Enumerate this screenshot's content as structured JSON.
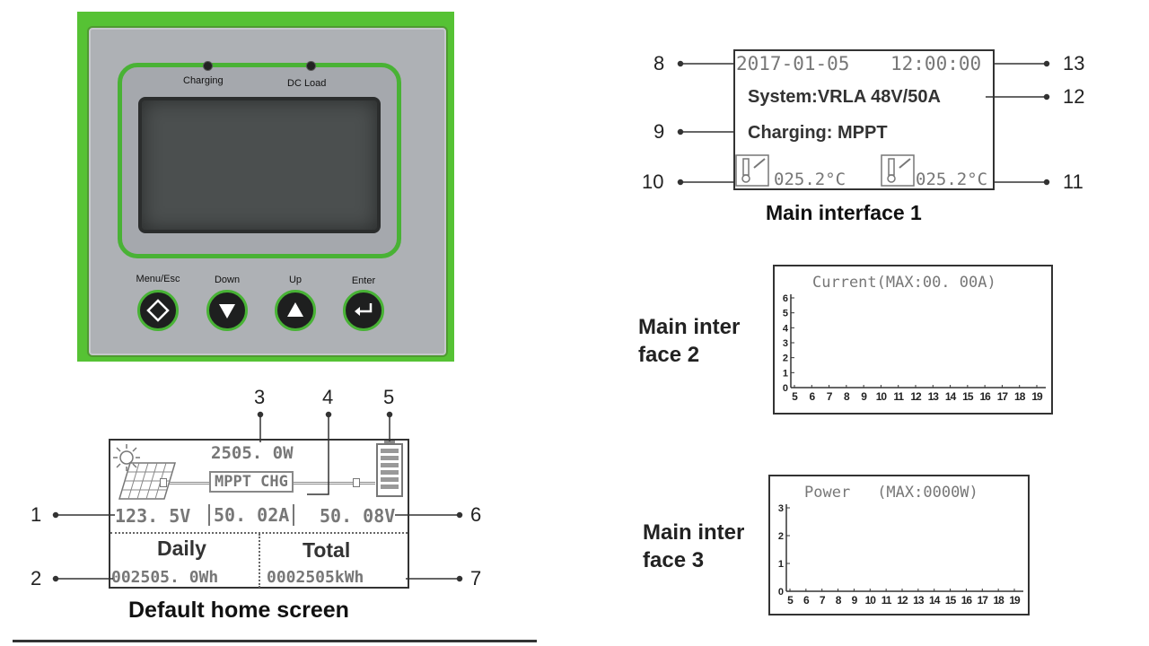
{
  "controller": {
    "led_labels": [
      "Charging",
      "DC Load"
    ],
    "buttons": [
      {
        "label": "Menu/Esc",
        "icon": "diamond-icon"
      },
      {
        "label": "Down",
        "icon": "down-triangle-icon"
      },
      {
        "label": "Up",
        "icon": "up-triangle-icon"
      },
      {
        "label": "Enter",
        "icon": "enter-return-icon"
      }
    ]
  },
  "home": {
    "caption": "Default home screen",
    "power": "2505. 0W",
    "mode": "MPPT CHG",
    "pv_voltage": "123. 5V",
    "current": "50. 02A",
    "battery_voltage": "50. 08V",
    "daily_label": "Daily",
    "total_label": "Total",
    "daily_energy": "002505. 0Wh",
    "total_energy": "0002505kWh",
    "callouts": [
      "1",
      "2",
      "3",
      "4",
      "5",
      "6",
      "7"
    ]
  },
  "main1": {
    "caption": "Main interface 1",
    "date": "2017-01-05",
    "time": "12:00:00",
    "system": "System:VRLA 48V/50A",
    "charging": "Charging: MPPT",
    "temp_left": "025.2°C",
    "temp_right": "025.2°C",
    "callouts": [
      "8",
      "9",
      "10",
      "11",
      "12",
      "13"
    ]
  },
  "main2": {
    "label_line1": "Main inter",
    "label_line2": "face 2",
    "title": "Current",
    "max": "(MAX:00. 00A)"
  },
  "main3": {
    "label_line1": "Main inter",
    "label_line2": "face 3",
    "title": "Power",
    "max": "(MAX:0000W)"
  },
  "chart_data": [
    {
      "type": "line",
      "title": "Current",
      "subtitle": "(MAX:00. 00A)",
      "x": [
        5,
        6,
        7,
        8,
        9,
        10,
        11,
        12,
        13,
        14,
        15,
        16,
        17,
        18,
        19
      ],
      "y_ticks": [
        0,
        1,
        2,
        3,
        4,
        5,
        6
      ],
      "ylim": [
        0,
        6
      ],
      "xlim": [
        5,
        19
      ],
      "series": []
    },
    {
      "type": "line",
      "title": "Power",
      "subtitle": "(MAX:0000W)",
      "x": [
        5,
        6,
        7,
        8,
        9,
        10,
        11,
        12,
        13,
        14,
        15,
        16,
        17,
        18,
        19
      ],
      "y_ticks": [
        0,
        1,
        2,
        3
      ],
      "ylim": [
        0,
        3
      ],
      "xlim": [
        5,
        19
      ],
      "series": []
    }
  ]
}
